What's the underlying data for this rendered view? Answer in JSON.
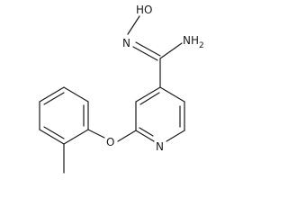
{
  "molecule": {
    "atoms": {
      "hydroxyl": "HO",
      "oxime_nitrogen": "N",
      "amine": "NH",
      "amine_subscript": "2",
      "ether_oxygen": "O",
      "pyridine_nitrogen": "N"
    }
  }
}
